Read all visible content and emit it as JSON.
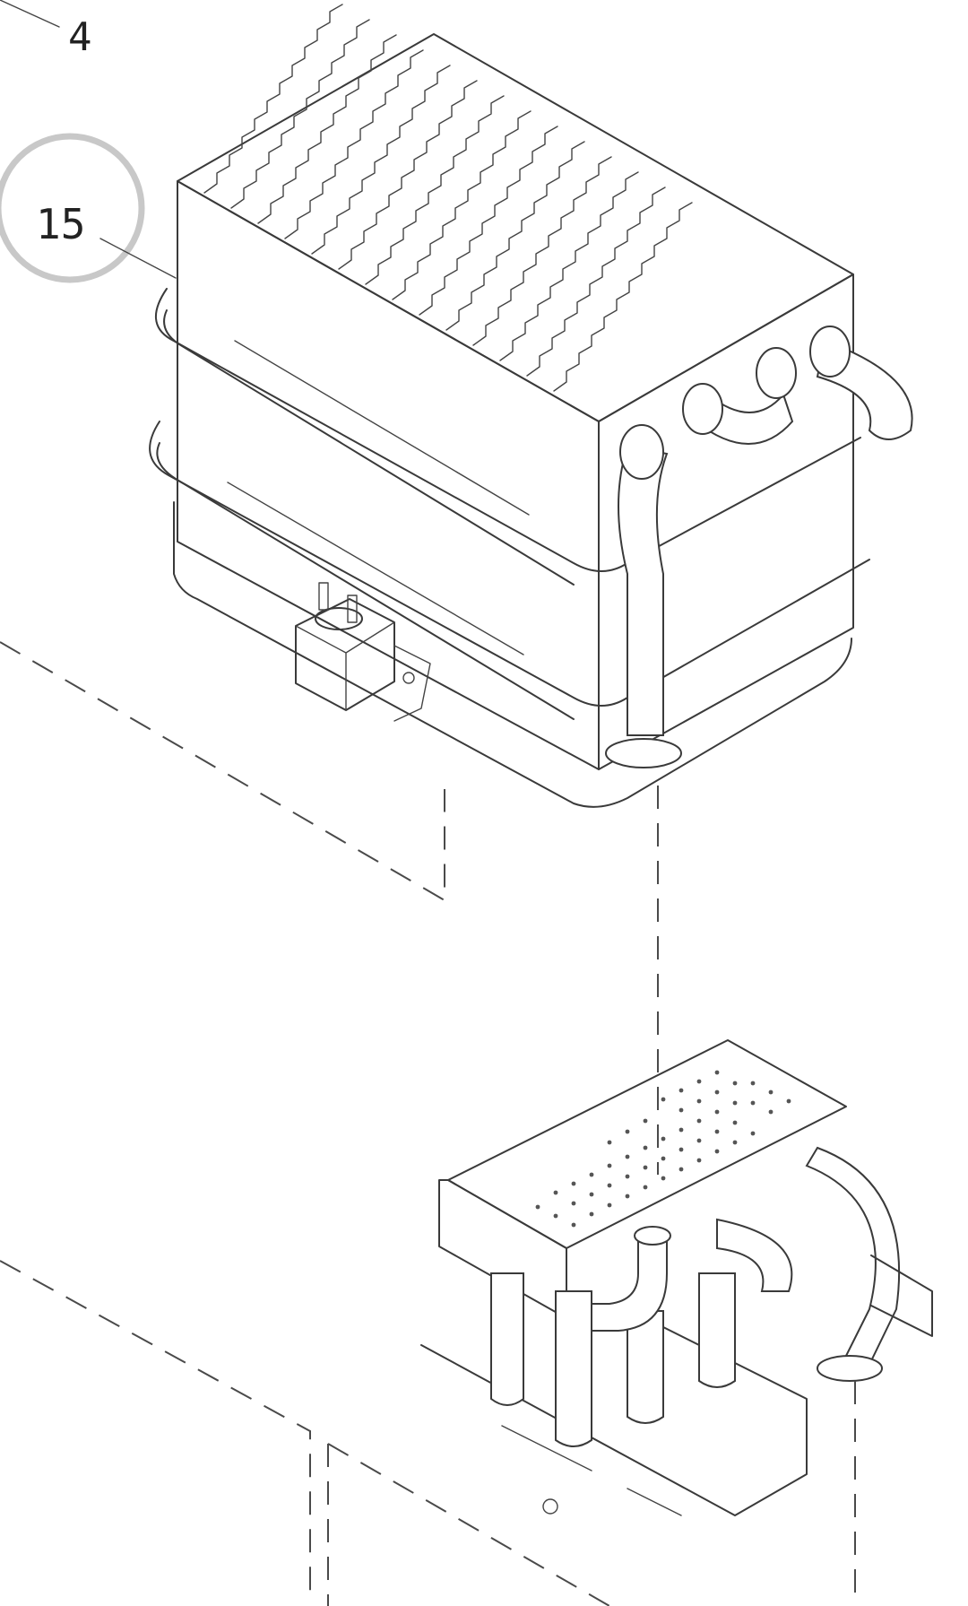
{
  "diagram": {
    "callouts": [
      {
        "id": "part-4",
        "label": "4",
        "highlighted": false
      },
      {
        "id": "part-15",
        "label": "15",
        "highlighted": true
      }
    ],
    "highlight_color": "#c8c8c8",
    "line_color": "#3a3a3a"
  }
}
